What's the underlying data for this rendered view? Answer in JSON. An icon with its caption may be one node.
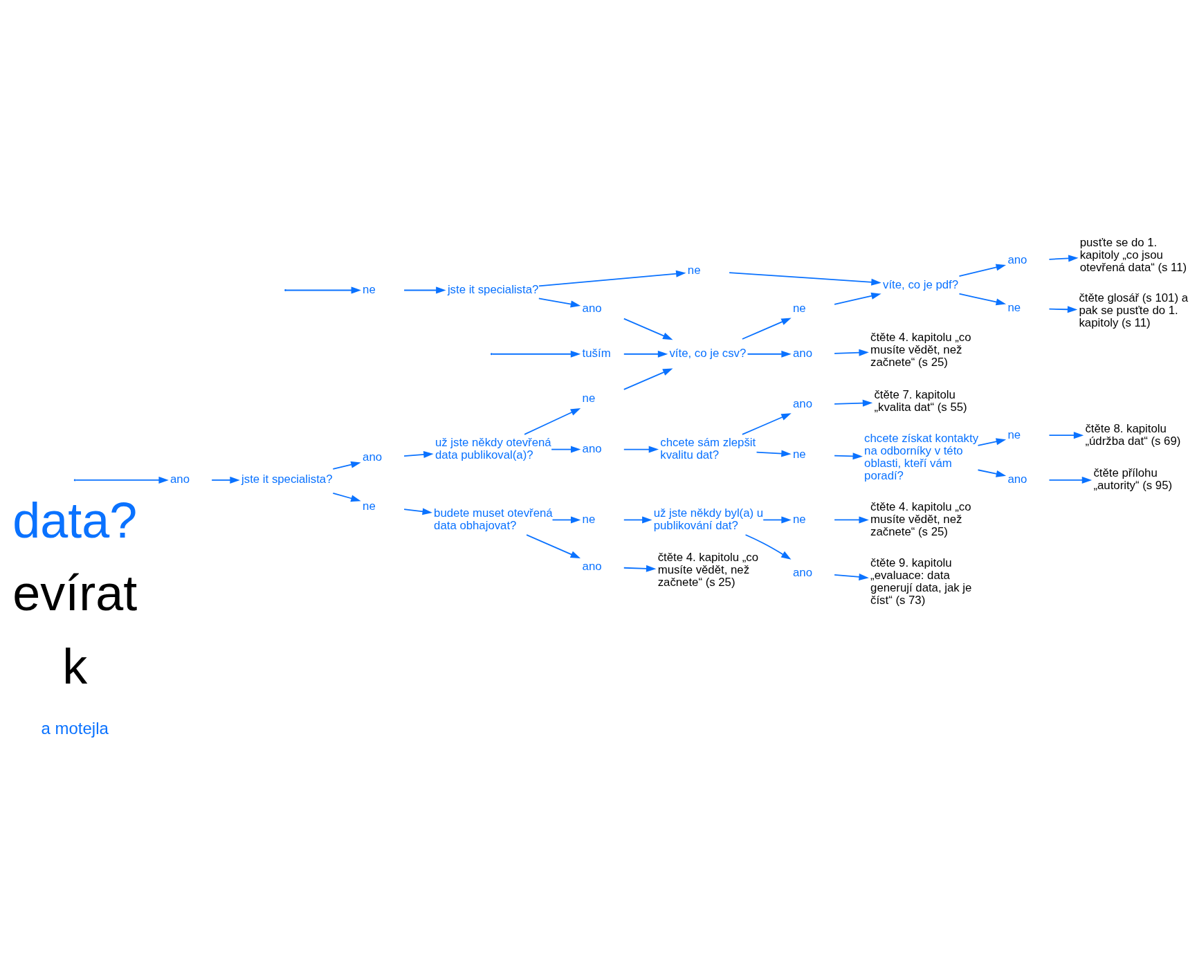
{
  "diagram": {
    "nodes": [
      {
        "text": [
          "ano"
        ]
      },
      {
        "text": [
          "jste it specialista?"
        ]
      },
      {
        "text": [
          "ne"
        ]
      },
      {
        "text": [
          "ano"
        ]
      },
      {
        "text": [
          "budete muset otevřená data obhajovat?"
        ]
      },
      {
        "text": [
          "ano"
        ]
      },
      {
        "text": [
          "čtěte 4. kapitolu „co musíte vědět, než začnete“ (s 25)"
        ]
      },
      {
        "text": [
          "ne"
        ]
      },
      {
        "text": [
          "už jste někdy byl(a) u publikování dat?"
        ]
      },
      {
        "text": [
          "ano"
        ]
      },
      {
        "text": [
          "čtěte 9. kapitolu „evaluace: data generují data, jak je číst“ (s 73)"
        ]
      },
      {
        "text": [
          "ne"
        ]
      },
      {
        "text": [
          "čtěte 4. kapitolu „co musíte vědět, než začnete“ (s 25)"
        ]
      },
      {
        "text": [
          "už jste někdy otevřená data publikoval(a)?"
        ]
      },
      {
        "text": [
          "ano"
        ]
      },
      {
        "text": [
          "chcete sám zlepšit kvalitu dat?"
        ]
      },
      {
        "text": [
          "ne"
        ]
      },
      {
        "text": [
          "ano"
        ]
      },
      {
        "text": [
          "čtěte 7. kapitolu „kvalita dat“ (s 55)"
        ]
      },
      {
        "text": [
          "chcete získat kontakty na odborníky v této oblasti, kteří vám poradí?"
        ]
      },
      {
        "text": [
          "ne"
        ]
      },
      {
        "text": [
          "čtěte 8. kapitolu „údržba dat“ (s 69)"
        ]
      },
      {
        "text": [
          "ano"
        ]
      },
      {
        "text": [
          "čtěte přílohu „autority“ (s 95)"
        ]
      },
      {
        "text": [
          "ne"
        ]
      },
      {
        "text": [
          "tuším"
        ]
      },
      {
        "text": [
          "víte, co je csv?"
        ]
      },
      {
        "text": [
          "ano"
        ]
      },
      {
        "text": [
          "čtěte 4. kapitolu „co musíte vědět, než začnete“ (s 25)"
        ]
      },
      {
        "text": [
          "ne"
        ]
      },
      {
        "text": [
          "víte, co je pdf?"
        ]
      },
      {
        "text": [
          "ano"
        ]
      },
      {
        "text": [
          "pusťte se do 1. kapitoly „co jsou otevřená data“ (s 11)"
        ]
      },
      {
        "text": [
          "ne"
        ]
      },
      {
        "text": [
          "čtěte glosář (s 101) a pak se pusťte do 1. kapitoly (s 11)"
        ]
      },
      {
        "text": [
          "ne"
        ]
      },
      {
        "text": [
          "jste it specialista?"
        ]
      },
      {
        "text": [
          "ano"
        ]
      },
      {
        "text": [
          "ne"
        ]
      }
    ],
    "edges": [
      {
        "from": null,
        "to": 0,
        "arrow": "to"
      },
      {
        "from": 0,
        "to": 1,
        "arrow": "to"
      },
      {
        "from": 1,
        "to": 2,
        "arrow": "to"
      },
      {
        "from": 2,
        "to": 4,
        "arrow": "to"
      },
      {
        "from": 1,
        "to": 3,
        "arrow": "to"
      },
      {
        "from": 3,
        "to": 13,
        "arrow": "to"
      },
      {
        "from": 4,
        "to": 5,
        "arrow": "to"
      },
      {
        "from": 5,
        "to": 6,
        "arrow": "to"
      },
      {
        "from": 4,
        "to": 7,
        "arrow": "to"
      },
      {
        "from": 7,
        "to": 8,
        "arrow": "to"
      },
      {
        "from": 8,
        "to": 9,
        "arrow": "to"
      },
      {
        "from": 9,
        "to": 10,
        "arrow": "to"
      },
      {
        "from": 8,
        "to": 11,
        "arrow": "to"
      },
      {
        "from": 11,
        "to": 12,
        "arrow": "to"
      },
      {
        "from": 13,
        "to": 14,
        "arrow": "to"
      },
      {
        "from": 14,
        "to": 15,
        "arrow": "to"
      },
      {
        "from": 15,
        "to": 16,
        "arrow": "to"
      },
      {
        "from": 16,
        "to": 19,
        "arrow": "to"
      },
      {
        "from": 15,
        "to": 17,
        "arrow": "to"
      },
      {
        "from": 17,
        "to": 18,
        "arrow": "to"
      },
      {
        "from": 19,
        "to": 20,
        "arrow": "to"
      },
      {
        "from": 20,
        "to": 21,
        "arrow": "to"
      },
      {
        "from": 19,
        "to": 22,
        "arrow": "to"
      },
      {
        "from": 22,
        "to": 23,
        "arrow": "to"
      },
      {
        "from": 13,
        "to": 24,
        "arrow": "to"
      },
      {
        "from": 24,
        "to": 26,
        "arrow": "to"
      },
      {
        "from": null,
        "to": 25,
        "arrow": "to"
      },
      {
        "from": 25,
        "to": 26,
        "arrow": "to"
      },
      {
        "from": 26,
        "to": 27,
        "arrow": "to"
      },
      {
        "from": 27,
        "to": 28,
        "arrow": "to"
      },
      {
        "from": 26,
        "to": 29,
        "arrow": "to"
      },
      {
        "from": 29,
        "to": 30,
        "arrow": "to"
      },
      {
        "from": 30,
        "to": 31,
        "arrow": "to"
      },
      {
        "from": 31,
        "to": 32,
        "arrow": "to"
      },
      {
        "from": 30,
        "to": 33,
        "arrow": "to"
      },
      {
        "from": 33,
        "to": 34,
        "arrow": "to"
      },
      {
        "from": null,
        "to": 35,
        "arrow": "to"
      },
      {
        "from": 35,
        "to": 36,
        "arrow": "to"
      },
      {
        "from": 36,
        "to": 37,
        "arrow": "to"
      },
      {
        "from": 37,
        "to": 26,
        "arrow": "to"
      },
      {
        "from": 36,
        "to": 38,
        "arrow": "to"
      },
      {
        "from": 38,
        "to": 30,
        "arrow": "to"
      }
    ],
    "labels": [
      "a motejla",
      "k",
      "evírat",
      "data?"
    ]
  }
}
